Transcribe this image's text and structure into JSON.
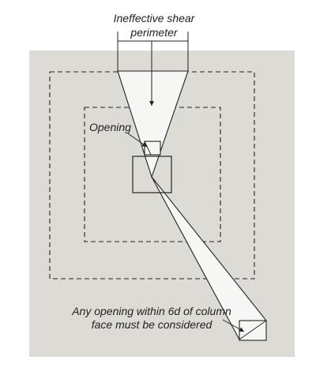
{
  "labels": {
    "shear_perimeter_line1": "Ineffective shear",
    "shear_perimeter_line2": "perimeter",
    "opening": "Opening",
    "note_line1": "Any opening within 6d of column",
    "note_line2": "face must be considered"
  },
  "colors": {
    "slab": "#dcdbd6",
    "wedge": "#f6f6f4",
    "line": "#222222",
    "background": "#ffffff"
  }
}
